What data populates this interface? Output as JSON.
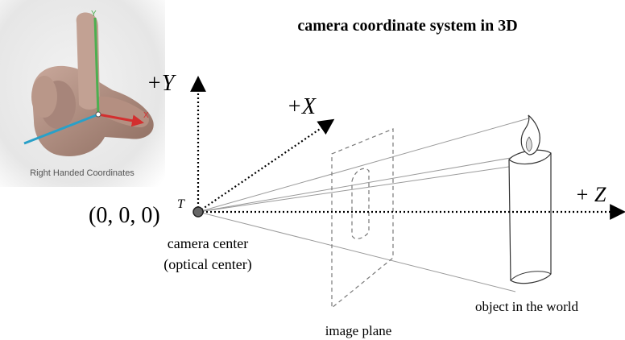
{
  "title": "camera coordinate system in 3D",
  "inset": {
    "caption": "Right Handed Coordinates",
    "axis_y": "Y",
    "axis_x": "X"
  },
  "axes": {
    "y_label": "+Y",
    "x_label": "+X",
    "z_label": "+ Z"
  },
  "origin": {
    "label": "(0, 0, 0)",
    "superscript": "T"
  },
  "camera_center": {
    "line1": "camera center",
    "line2": "(optical center)"
  },
  "image_plane_label": "image plane",
  "object_label": "object in the world",
  "colors": {
    "axis_y_inset": "#4caf50",
    "axis_x_inset": "#d32f2f",
    "axis_z_inset": "#29a0c8"
  }
}
